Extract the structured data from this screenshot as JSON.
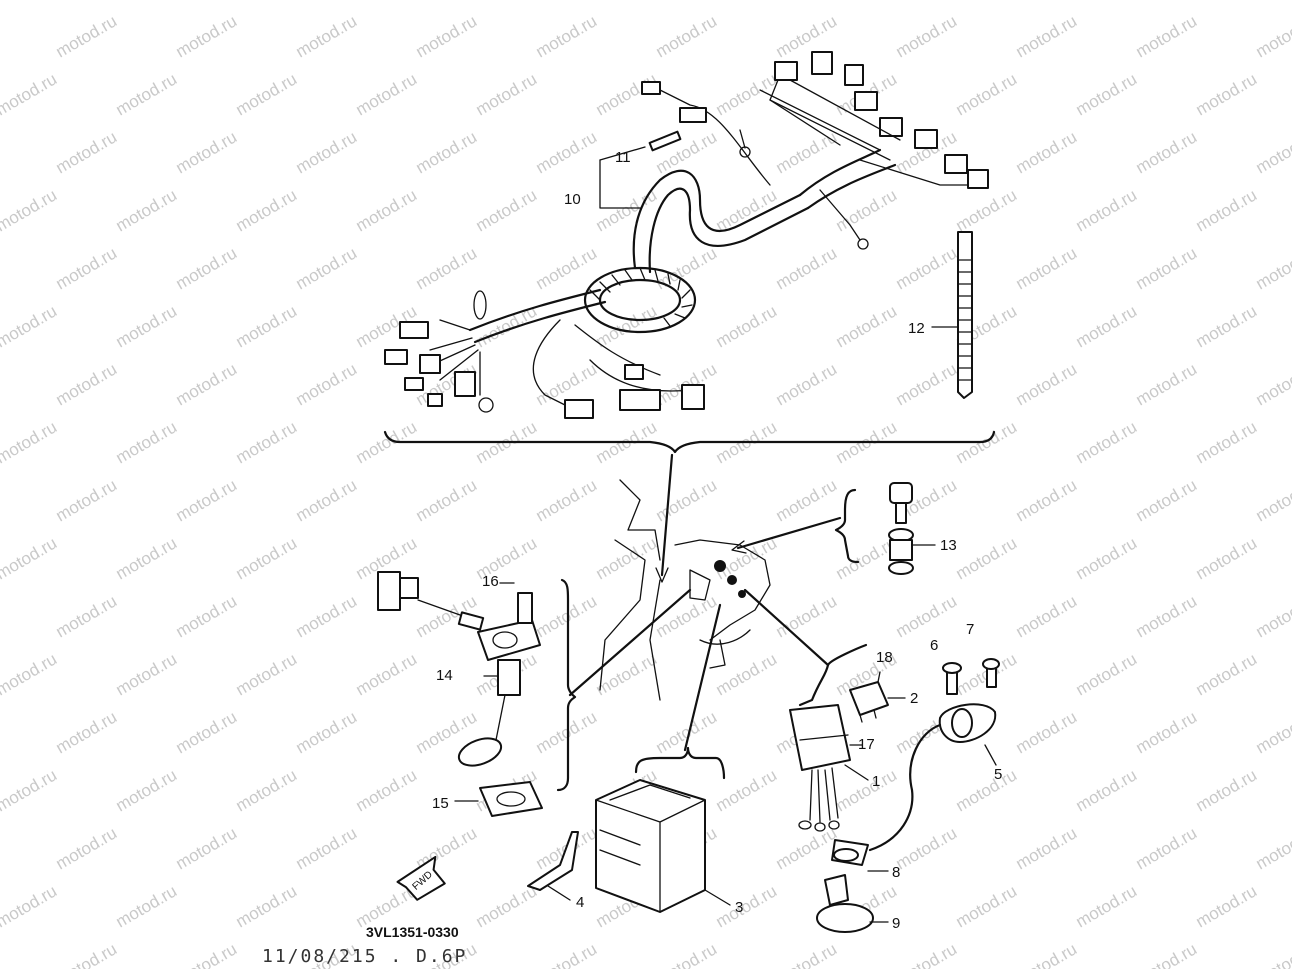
{
  "watermark": "motod.ru",
  "diagram_code": "3VL1351-0330",
  "handwritten_note": "11/08/215 . D.6P",
  "fwd_label": "FWD",
  "callouts": [
    {
      "id": "c1",
      "text": "1"
    },
    {
      "id": "c2",
      "text": "2"
    },
    {
      "id": "c3",
      "text": "3"
    },
    {
      "id": "c4",
      "text": "4"
    },
    {
      "id": "c5",
      "text": "5"
    },
    {
      "id": "c6",
      "text": "6"
    },
    {
      "id": "c7",
      "text": "7"
    },
    {
      "id": "c8",
      "text": "8"
    },
    {
      "id": "c9",
      "text": "9"
    },
    {
      "id": "c10",
      "text": "10"
    },
    {
      "id": "c11",
      "text": "11"
    },
    {
      "id": "c12",
      "text": "12"
    },
    {
      "id": "c13",
      "text": "13"
    },
    {
      "id": "c14",
      "text": "14"
    },
    {
      "id": "c15",
      "text": "15"
    },
    {
      "id": "c16",
      "text": "16"
    },
    {
      "id": "c17",
      "text": "17"
    },
    {
      "id": "c18",
      "text": "18"
    }
  ]
}
